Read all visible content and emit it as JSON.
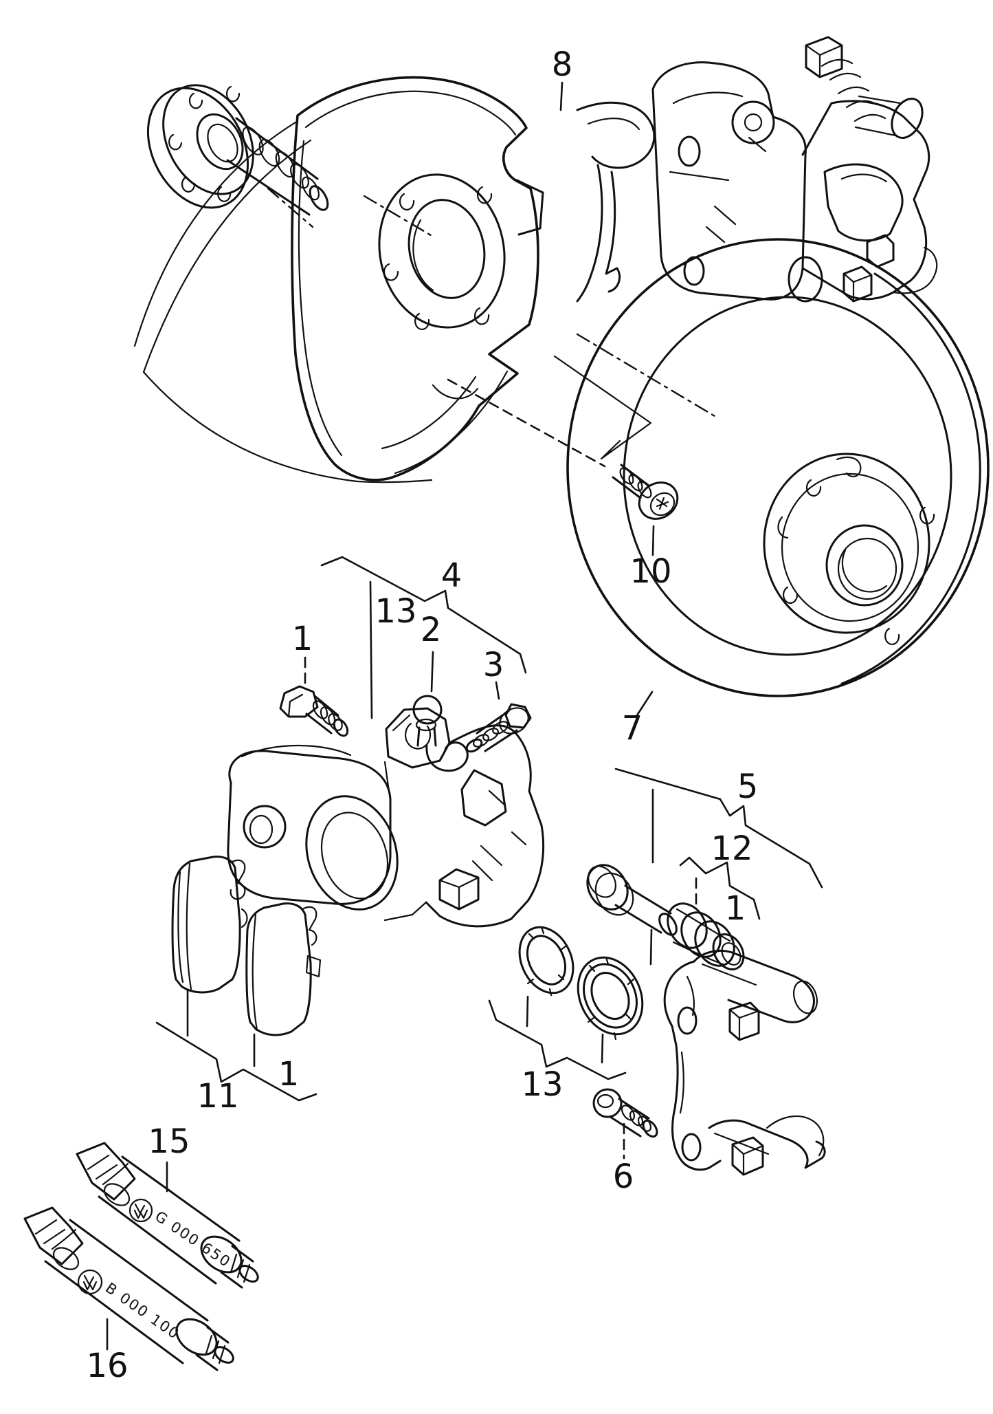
{
  "callouts": {
    "backing_plate": "8",
    "brake_disc": "7",
    "disc_screw": "10",
    "caliper_housing_group": "4",
    "caliper_repair_kit": "13",
    "bleeder_valve": "2",
    "valve_screw": "3",
    "caliper_bolt": "1",
    "brake_pad_set": "11",
    "brake_pad_right": "1",
    "grease_tube_upper": "15",
    "grease_tube_lower": "16",
    "carrier_group": "5",
    "guide_bush_kit": "12",
    "guide_bush": "1",
    "carrier_seal_kit": "13",
    "carrier_screw": "6"
  },
  "tube_codes": {
    "upper": "G 000 650",
    "lower": "B 000 100"
  }
}
